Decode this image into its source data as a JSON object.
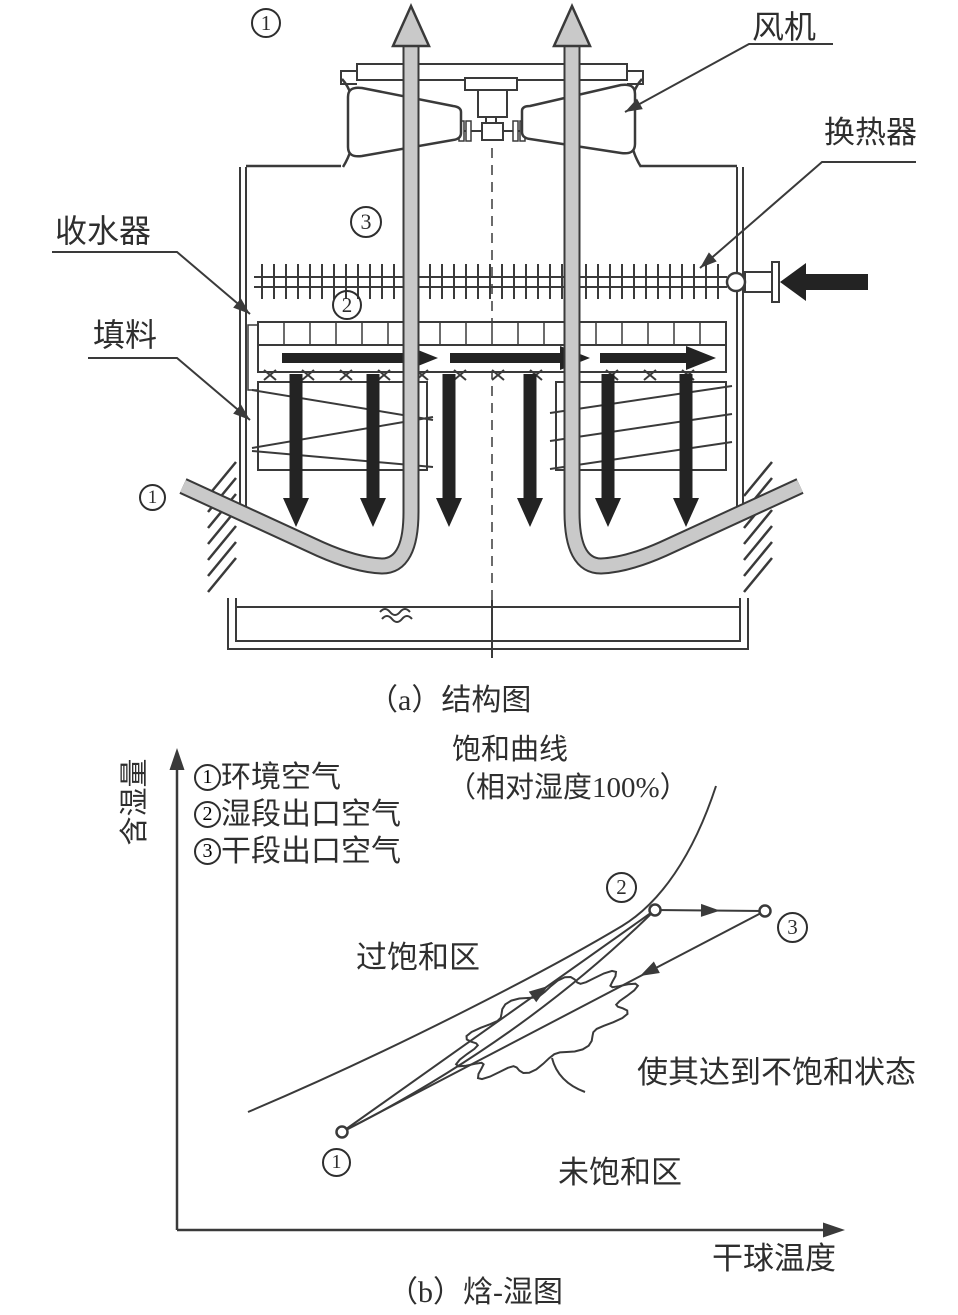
{
  "colors": {
    "ink": "#3a3a3a",
    "arrow_black": "#232323",
    "pipe_fill": "#c9c9c9",
    "background": "#ffffff"
  },
  "part_a": {
    "caption": "（a）结构图",
    "labels": {
      "fan": "风机",
      "heat_exchanger": "换热器",
      "water_collector": "收水器",
      "fill": "填料"
    },
    "markers": {
      "outlet_top": "1",
      "dry_section": "3",
      "wet_section": "2",
      "intake": "1"
    }
  },
  "part_b": {
    "caption": "（b）焓-湿图",
    "y_axis_label": "含湿量",
    "x_axis_label": "干球温度",
    "legend": [
      {
        "marker": "1",
        "label": "环境空气"
      },
      {
        "marker": "2",
        "label": "湿段出口空气"
      },
      {
        "marker": "3",
        "label": "干段出口空气"
      }
    ],
    "saturation_curve_label": "饱和曲线",
    "saturation_curve_sublabel": "（相对湿度100%）",
    "regions": {
      "supersaturated": "过饱和区",
      "unsaturated": "未饱和区"
    },
    "annotation": "使其达到不饱和状态",
    "point_markers": {
      "p1": "1",
      "p2": "2",
      "p3": "3"
    }
  }
}
